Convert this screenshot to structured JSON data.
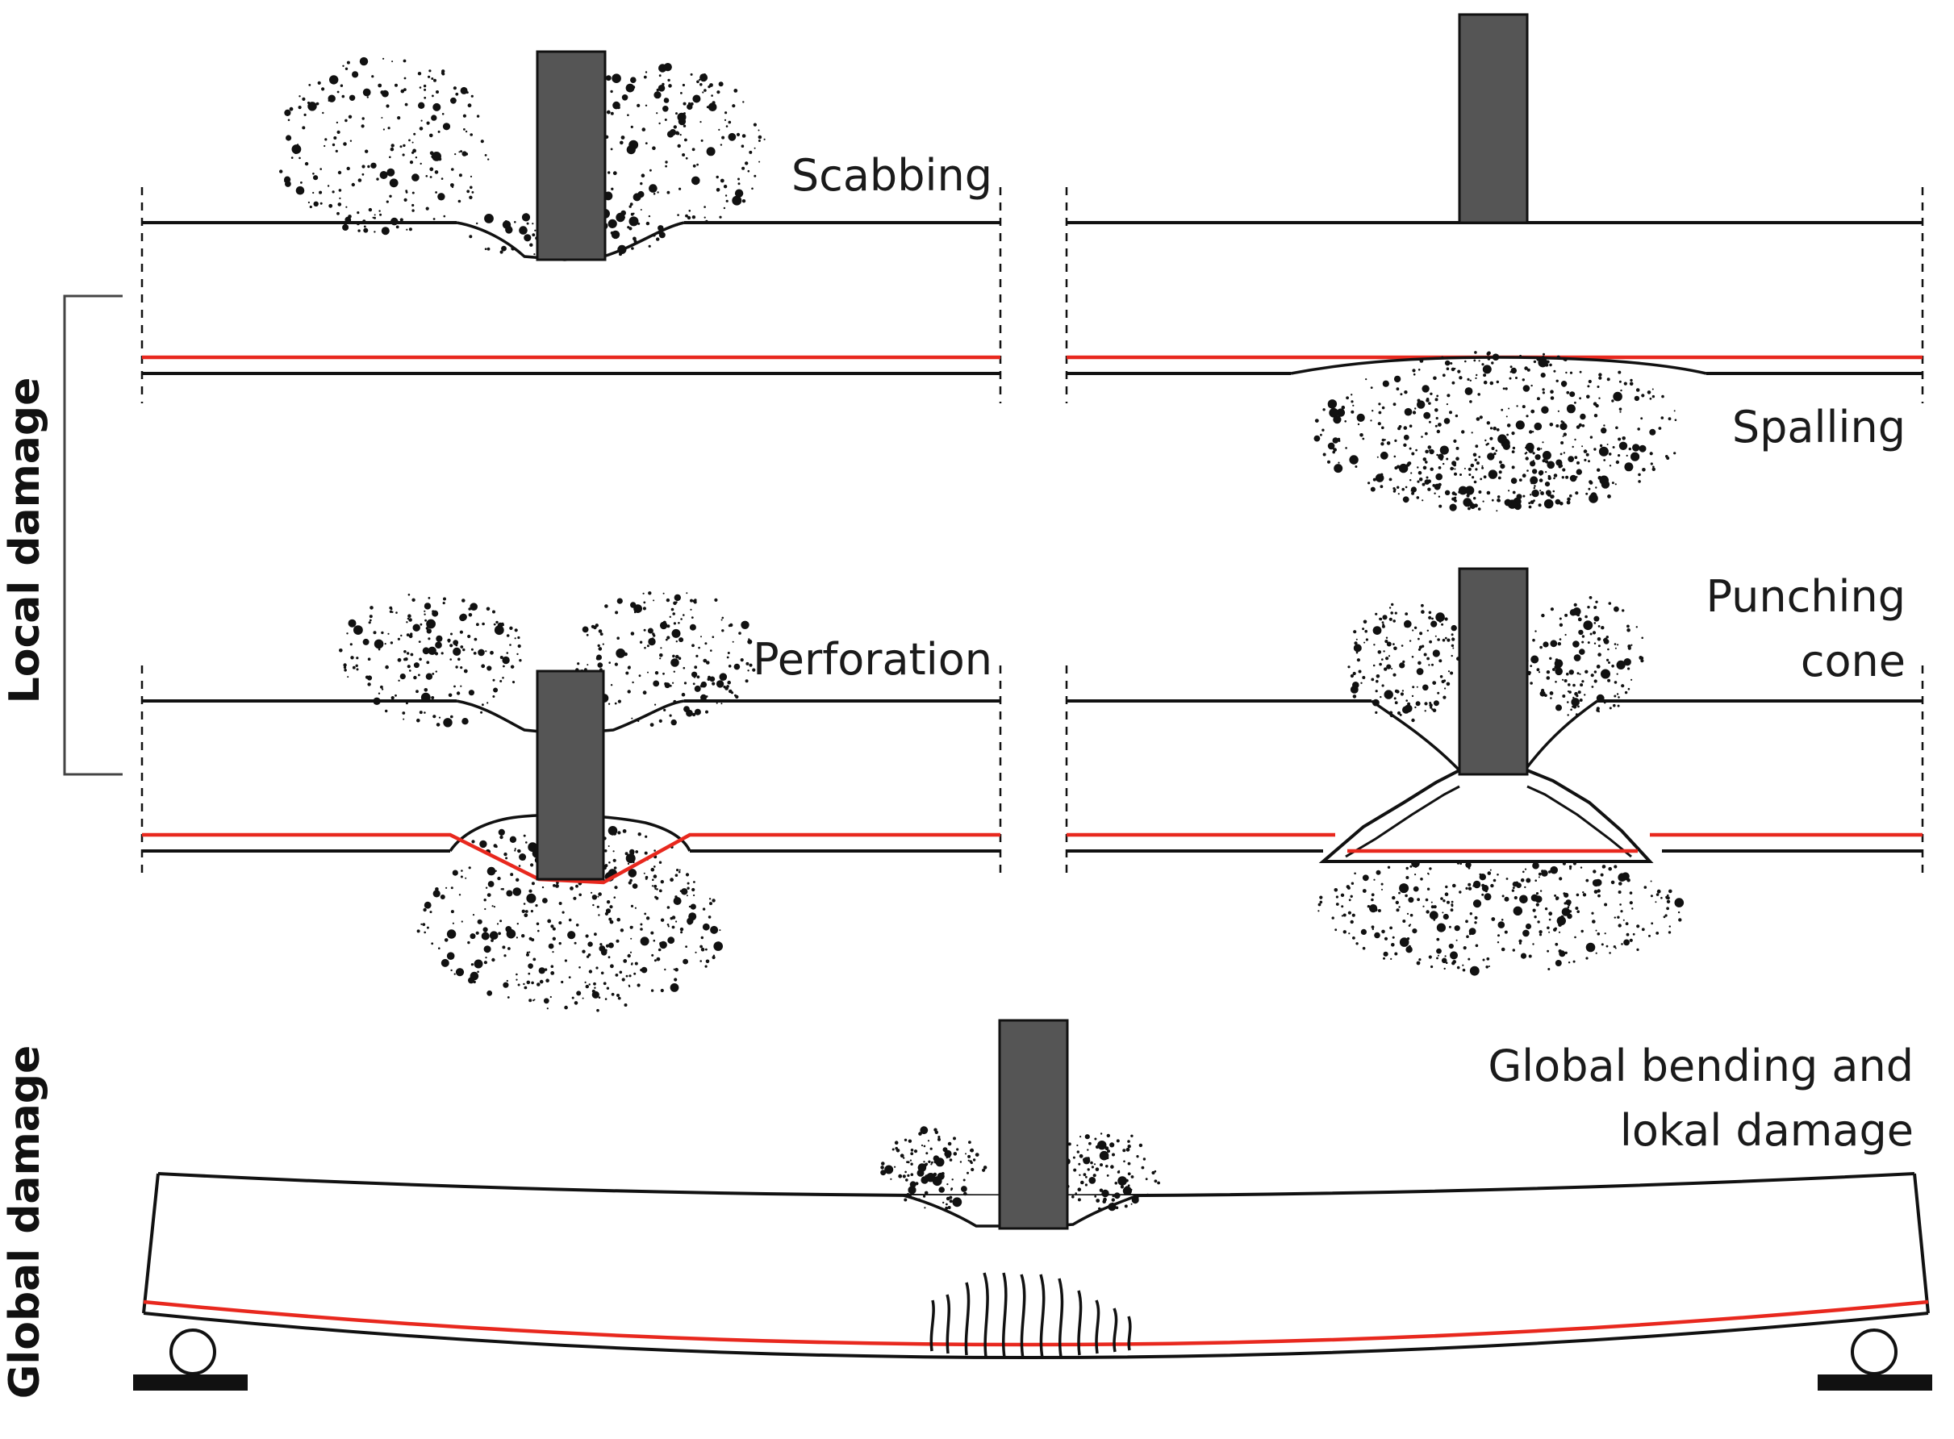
{
  "labels": {
    "scabbing": "Scabbing",
    "spalling": "Spalling",
    "perforation": "Perforation",
    "punching_line1": "Punching",
    "punching_line2": "cone",
    "global_line1": "Global bending and",
    "global_line2": "lokal damage",
    "local_damage": "Local damage",
    "global_damage": "Global damage"
  },
  "colors": {
    "reinforcement": "#e8281e",
    "projectile": "#555555",
    "lines": "#111111",
    "debris": "#111111"
  }
}
